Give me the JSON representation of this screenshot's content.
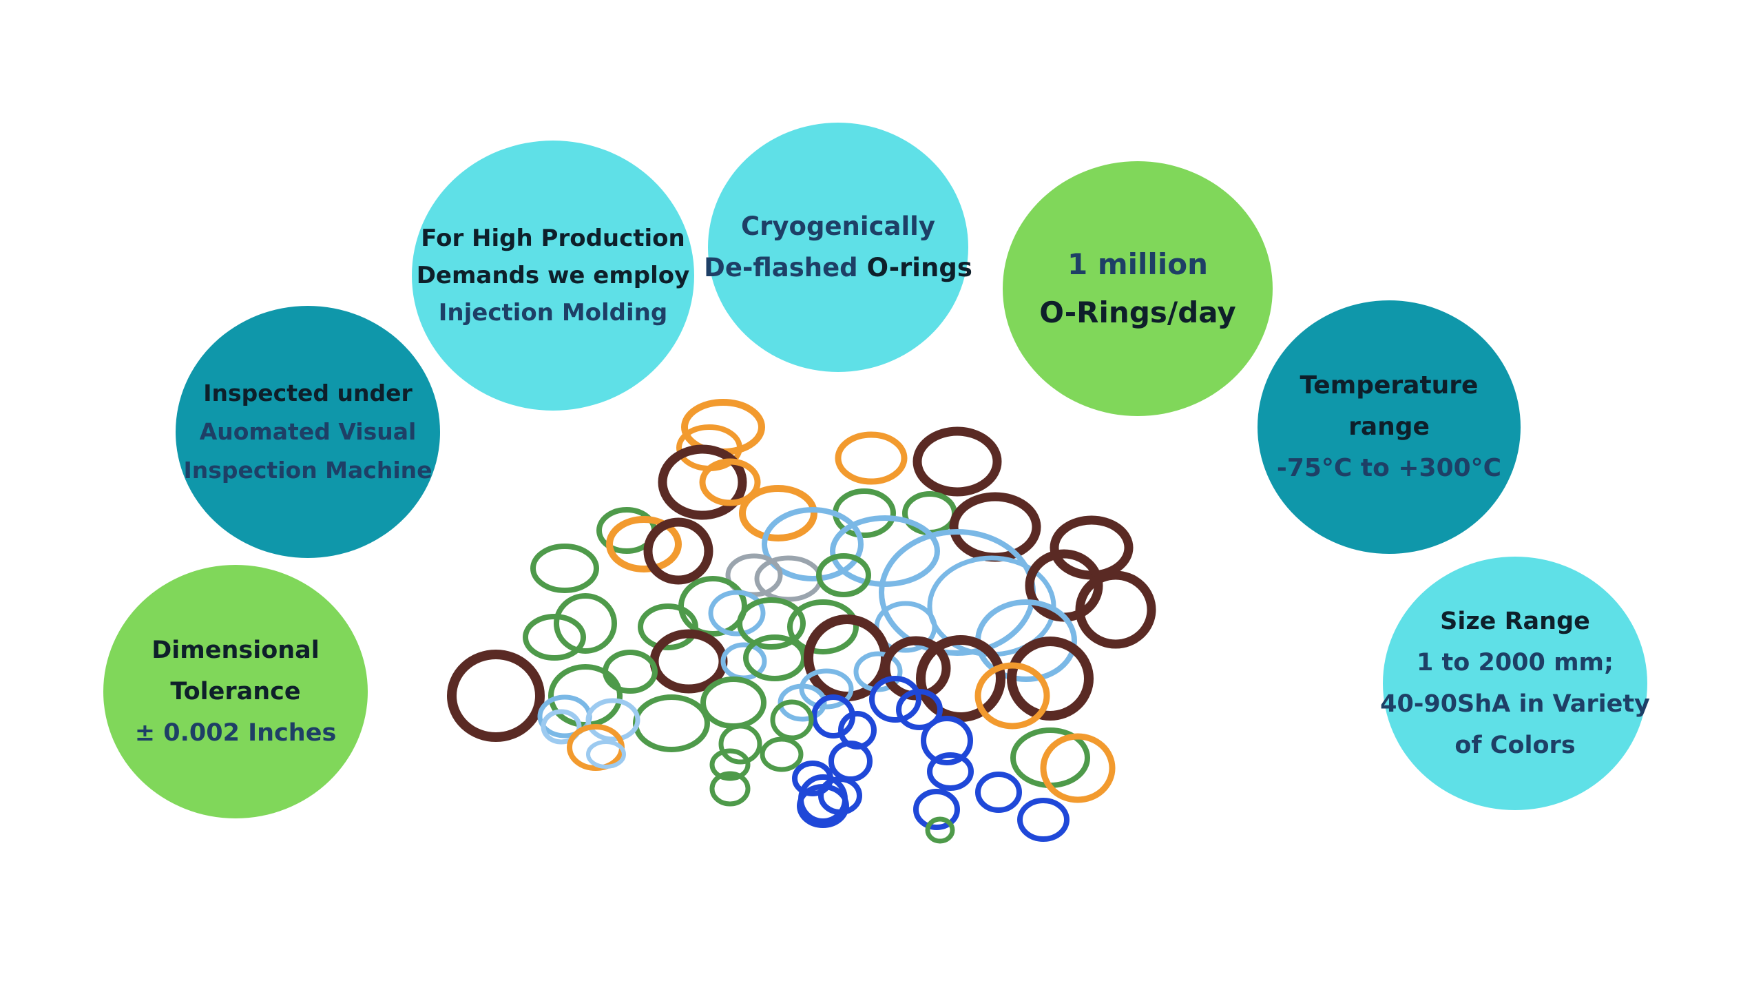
{
  "bubbles": {
    "injection": {
      "lines": [
        "For High Production",
        "Demands we employ",
        "Injection Molding"
      ]
    },
    "cryo": {
      "line1": "Cryogenically",
      "line2a": "De-flashed",
      "line2b": "O-rings"
    },
    "million": {
      "lines": [
        "1 million",
        "O-Rings/day"
      ]
    },
    "inspected": {
      "lines": [
        "Inspected under",
        "Auomated Visual",
        "Inspection Machine"
      ]
    },
    "temperature": {
      "lines": [
        "Temperature",
        "range",
        "-75°C to +300°C"
      ]
    },
    "dimensional": {
      "lines": [
        "Dimensional",
        "Tolerance",
        "± 0.002 Inches"
      ]
    },
    "size": {
      "lines": [
        "Size Range",
        "1 to 2000 mm;",
        "40-90ShA in Variety",
        "of Colors"
      ]
    }
  },
  "colors": {
    "bubble_light_cyan": "#5fe0e7",
    "bubble_teal": "#0f97aa",
    "bubble_green": "#80d75a",
    "text_dark": "#0e1f2a",
    "text_navy": "#1e3f66",
    "ring_brown": "#5a2a24",
    "ring_green": "#4e9a4a",
    "ring_orange": "#f29a2e",
    "ring_light_blue": "#7ab8e6",
    "ring_sky_blue": "#9ccaf0",
    "ring_royal_blue": "#1f48d8",
    "ring_gray": "#9aa4ad"
  },
  "illustration": {
    "icon": "o-rings-pile-icon"
  }
}
